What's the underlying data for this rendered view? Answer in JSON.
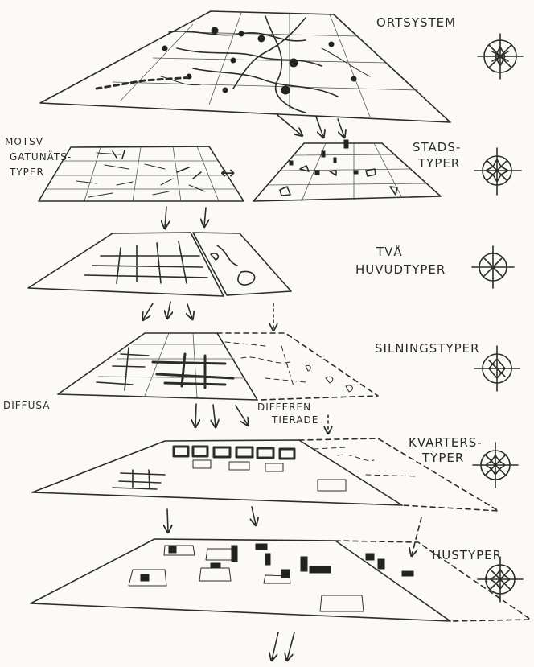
{
  "labels": {
    "ortsystem": "ORTSYSTEM",
    "stadstyper_line1": "STADS-",
    "stadstyper_line2": "TYPER",
    "motsv_line1": "MOTSV",
    "motsv_line2": "GATUNÄTS-",
    "motsv_line3": "TYPER",
    "tva_line1": "TVÅ",
    "tva_line2": "HUVUDTYPER",
    "silningstyper": "SILNINGSTYPER",
    "diffusa": "DIFFUSA",
    "differentierade_line1": "DIFFEREN",
    "differentierade_line2": "TIERADE",
    "kvarterstyper_line1": "KVARTERS-",
    "kvarterstyper_line2": "TYPER",
    "hustyper": "HUSTYPER",
    "double_arrow": "↔"
  },
  "compass_icons": [
    "compass-icon-ortsystem",
    "compass-icon-stadstyper",
    "compass-icon-huvudtyper",
    "compass-icon-silningstyper",
    "compass-icon-kvarterstyper",
    "compass-icon-hustyper"
  ],
  "colors": {
    "ink": "#2c2c2c",
    "paper": "#fbfaf6"
  }
}
